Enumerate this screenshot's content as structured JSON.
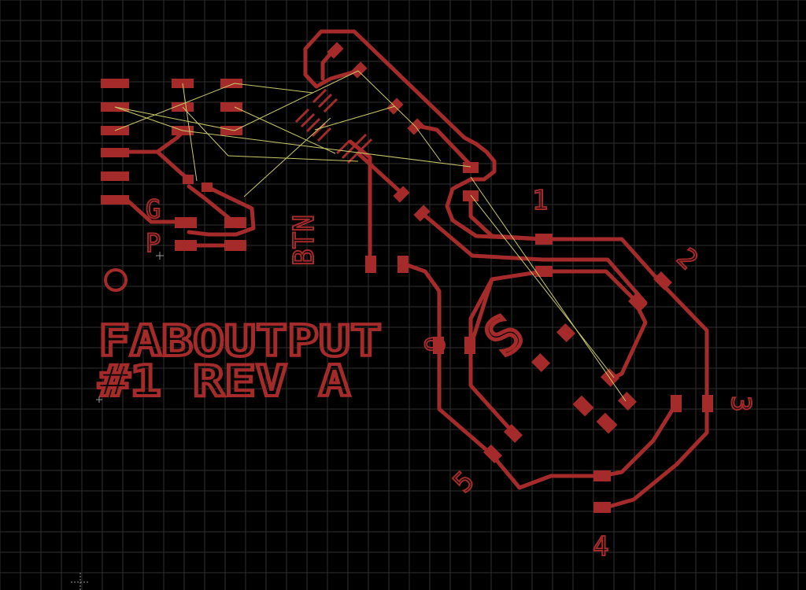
{
  "board": {
    "title_line1": "FABOUTPUT",
    "title_line2": "#1 REV A",
    "header_pin_labels": [
      "G",
      "P"
    ],
    "button_label": "BTN",
    "fiducial_label": "O",
    "pad_labels": [
      "1",
      "2",
      "3",
      "4",
      "5",
      "6"
    ],
    "logo_glyph": "S"
  },
  "colors": {
    "background": "#000000",
    "grid": "#2f2f2f",
    "copper": "#a52a2a",
    "airwire": "#c9c96a",
    "origin_marker": "#9a9a9a"
  }
}
